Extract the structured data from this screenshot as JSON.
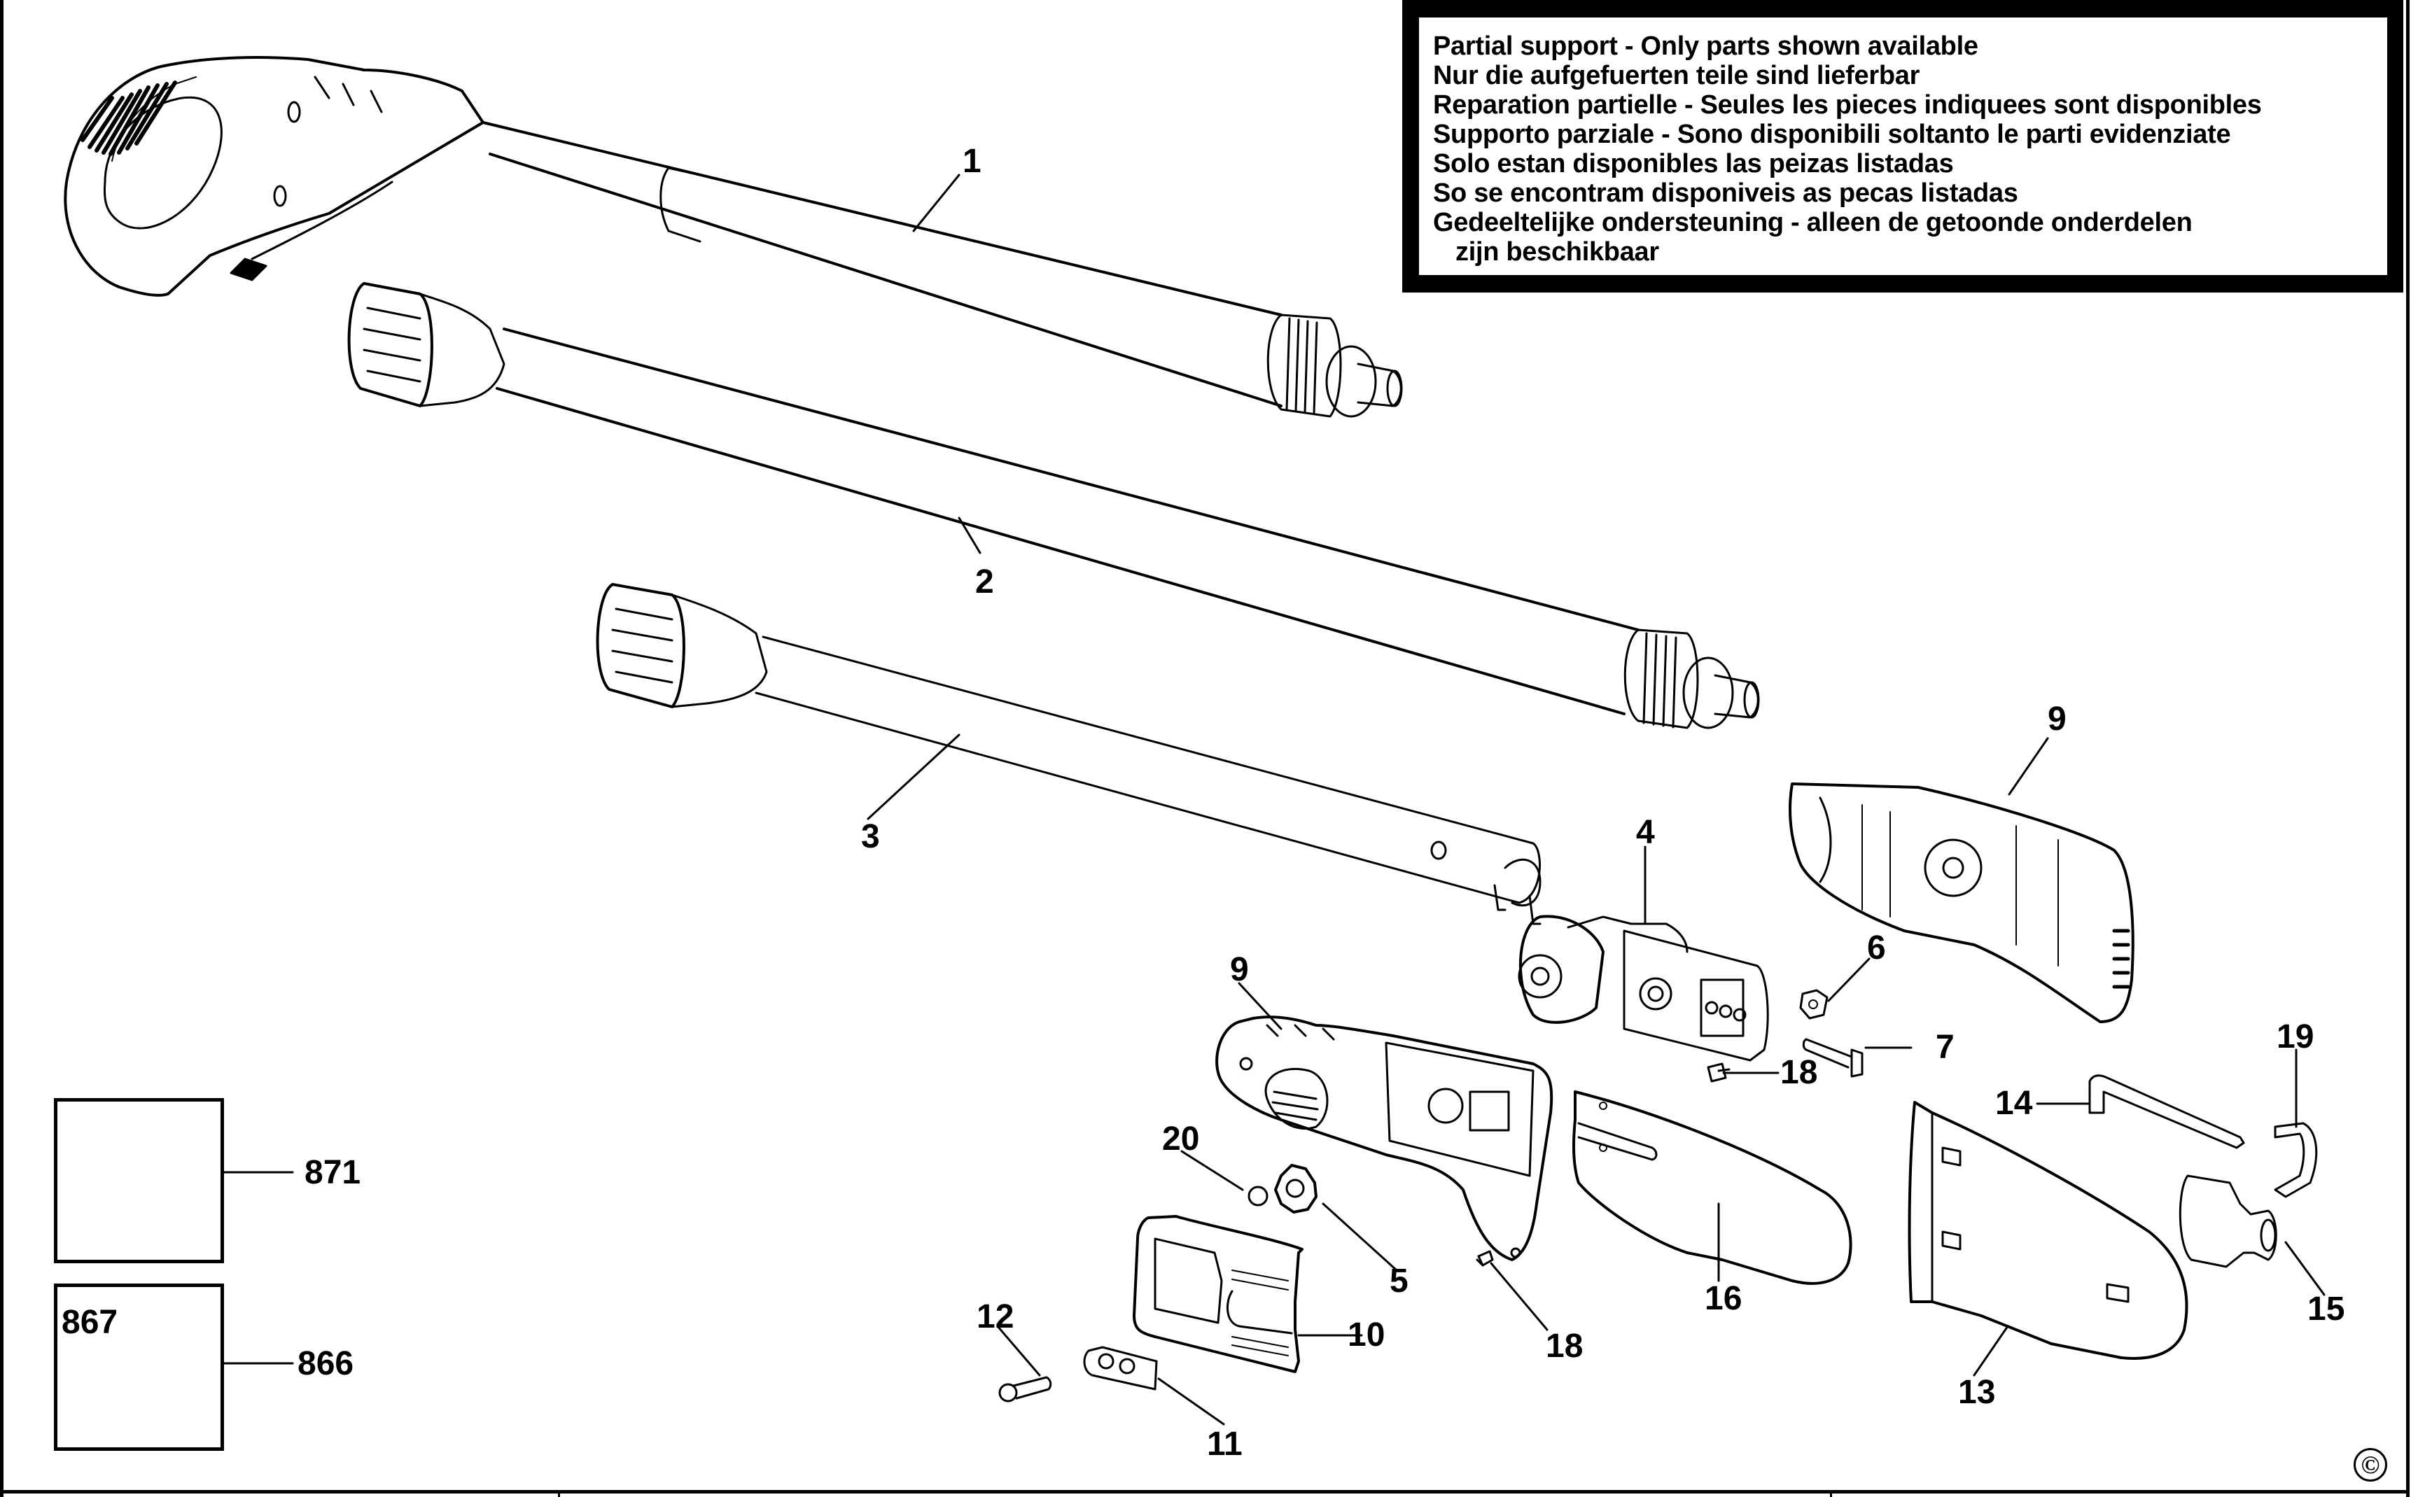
{
  "notice": {
    "lines": [
      "Partial support - Only parts shown available",
      "Nur die aufgefuerten teile sind lieferbar",
      "Reparation partielle - Seules les pieces indiquees sont disponibles",
      "Supporto parziale - Sono disponibili soltanto le parti evidenziate",
      "Solo estan disponibles las peizas listadas",
      "So se encontram disponiveis as pecas listadas",
      "Gedeeltelijke ondersteuning - alleen de getoonde onderdelen",
      "zijn beschikbaar"
    ]
  },
  "parts": [
    {
      "id": "1",
      "name": "handle-pole"
    },
    {
      "id": "2",
      "name": "extension-pole"
    },
    {
      "id": "3",
      "name": "lower-pole"
    },
    {
      "id": "4",
      "name": "motor-gearbox"
    },
    {
      "id": "9",
      "name": "housing-right"
    },
    {
      "id": "6",
      "name": "nut"
    },
    {
      "id": "7",
      "name": "bolt"
    },
    {
      "id": "18",
      "name": "screw-upper"
    },
    {
      "id": "9",
      "name": "housing-left"
    },
    {
      "id": "20",
      "name": "washer"
    },
    {
      "id": "5",
      "name": "sprocket"
    },
    {
      "id": "10",
      "name": "chain-cover"
    },
    {
      "id": "12",
      "name": "cover-screw"
    },
    {
      "id": "11",
      "name": "cover-plate"
    },
    {
      "id": "18",
      "name": "screw-lower"
    },
    {
      "id": "16",
      "name": "guide-bar"
    },
    {
      "id": "13",
      "name": "bar-scabbard"
    },
    {
      "id": "14",
      "name": "hex-key"
    },
    {
      "id": "19",
      "name": "clip"
    },
    {
      "id": "15",
      "name": "oil-bottle"
    }
  ],
  "accessories": {
    "charger": {
      "id": "871"
    },
    "battery": {
      "id": "866"
    },
    "battery_cap": {
      "id": "867"
    }
  },
  "copyright_symbol": "©",
  "colors": {
    "ink": "#000000",
    "paper": "#ffffff"
  }
}
